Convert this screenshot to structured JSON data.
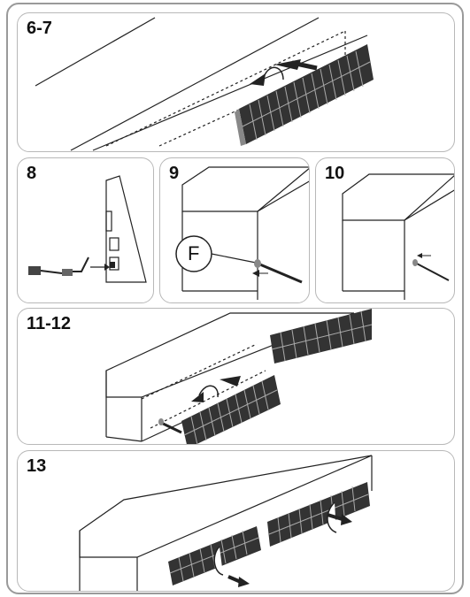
{
  "steps": {
    "s67": "6-7",
    "s8": "8",
    "s9": "9",
    "s10": "10",
    "s1112": "11-12",
    "s13": "13"
  },
  "callouts": {
    "part_f": "F"
  }
}
